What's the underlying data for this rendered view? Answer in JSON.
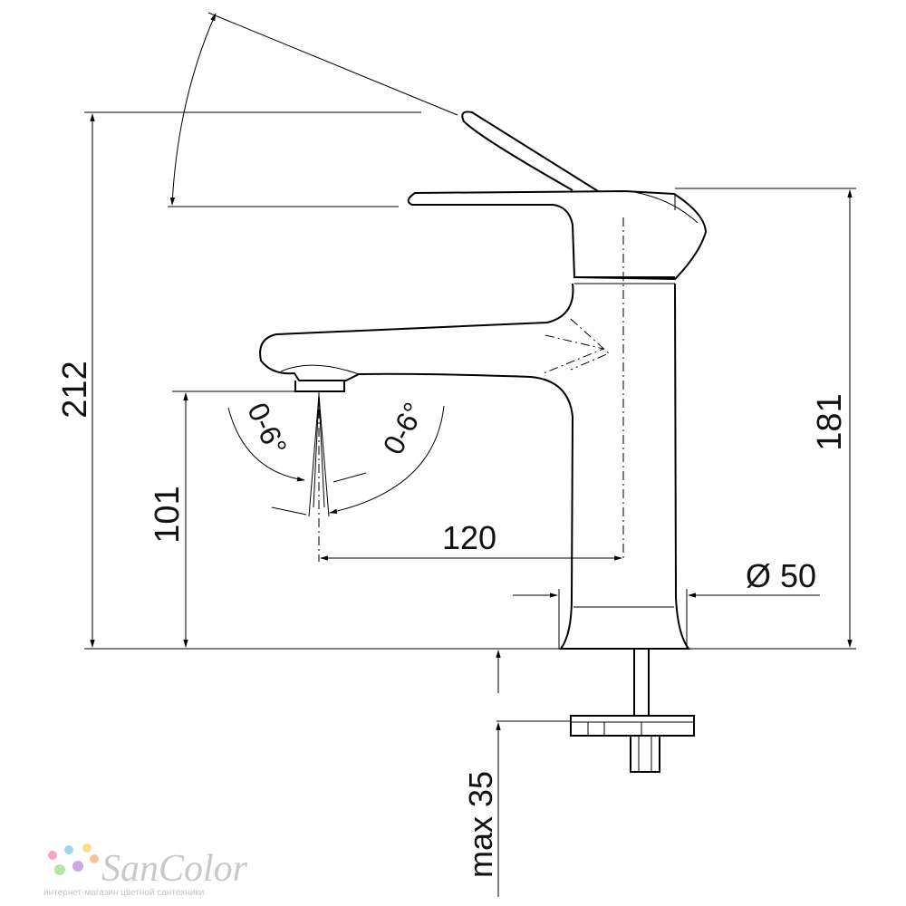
{
  "dimensions": {
    "total_height": "212",
    "body_height": "181",
    "spout_height": "101",
    "spout_reach": "120",
    "base_diameter": "Ø 50",
    "mount_thickness": "max 35",
    "spout_angle_left": "0-6°",
    "spout_angle_right": "0-6°"
  },
  "watermark": {
    "brand": "SanColor",
    "tagline": "интернет-магазин цветной сантехники",
    "dot_colors": [
      "#f4a3c6",
      "#9fd3f0",
      "#f7e08a",
      "#b9e3a6",
      "#c9a8e8",
      "#f8c29a"
    ]
  }
}
